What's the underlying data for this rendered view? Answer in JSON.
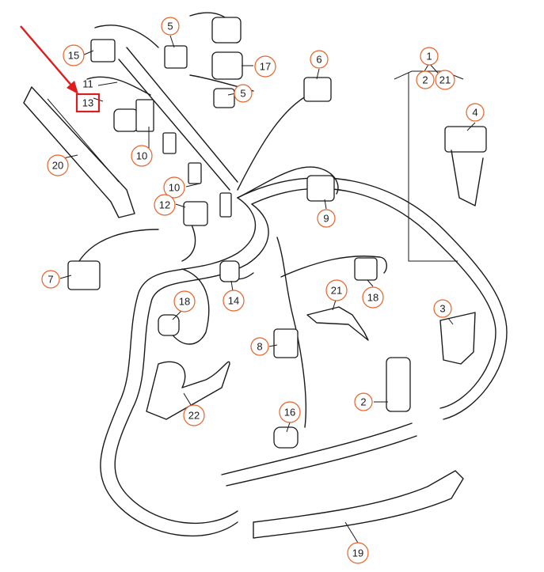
{
  "callouts": [
    {
      "id": "c1",
      "label": "1"
    },
    {
      "id": "c2a",
      "label": "2"
    },
    {
      "id": "c21a",
      "label": "21"
    },
    {
      "id": "c2b",
      "label": "2"
    },
    {
      "id": "c3",
      "label": "3"
    },
    {
      "id": "c4",
      "label": "4"
    },
    {
      "id": "c5a",
      "label": "5"
    },
    {
      "id": "c5b",
      "label": "5"
    },
    {
      "id": "c6",
      "label": "6"
    },
    {
      "id": "c7",
      "label": "7"
    },
    {
      "id": "c8",
      "label": "8"
    },
    {
      "id": "c9",
      "label": "9"
    },
    {
      "id": "c10a",
      "label": "10"
    },
    {
      "id": "c10b",
      "label": "10"
    },
    {
      "id": "c12",
      "label": "12"
    },
    {
      "id": "c14",
      "label": "14"
    },
    {
      "id": "c15",
      "label": "15"
    },
    {
      "id": "c16",
      "label": "16"
    },
    {
      "id": "c17",
      "label": "17"
    },
    {
      "id": "c18a",
      "label": "18"
    },
    {
      "id": "c18b",
      "label": "18"
    },
    {
      "id": "c19",
      "label": "19"
    },
    {
      "id": "c20",
      "label": "20"
    },
    {
      "id": "c21b",
      "label": "21"
    },
    {
      "id": "c22",
      "label": "22"
    }
  ],
  "plain_labels": {
    "l11": "11",
    "l13": "13"
  },
  "highlight": {
    "label": "13",
    "color": "#d81e1e"
  },
  "colors": {
    "callout_ring": "#e8622a",
    "arrow": "#e01b1b",
    "line": "#1a1a1a"
  }
}
